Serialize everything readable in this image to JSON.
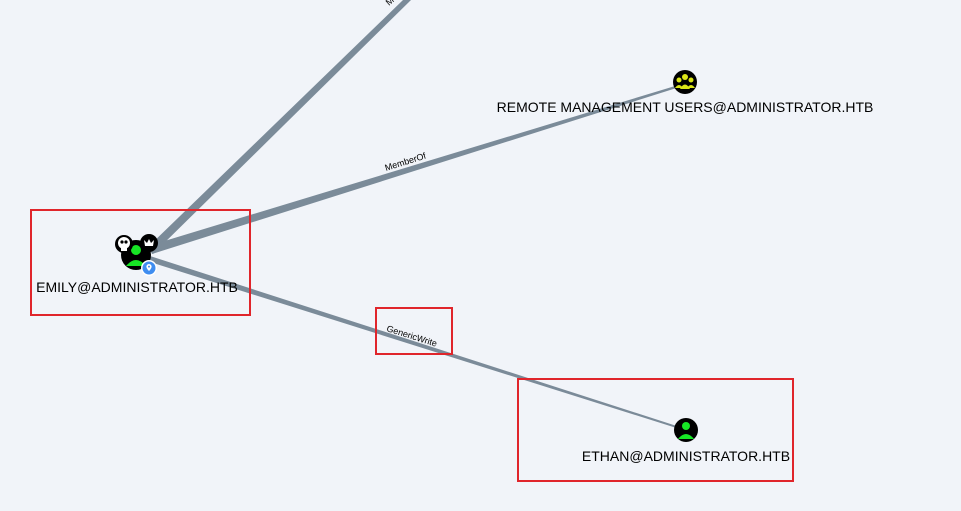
{
  "graph": {
    "nodes": {
      "emily": {
        "label": "EMILY@ADMINISTRATOR.HTB",
        "type": "user",
        "badges": [
          "skull-icon",
          "crown-icon",
          "pin-icon"
        ],
        "color": "#17e625"
      },
      "remote_mgmt": {
        "label": "REMOTE MANAGEMENT USERS@ADMINISTRATOR.HTB",
        "type": "group",
        "color": "#dbe617"
      },
      "ethan": {
        "label": "ETHAN@ADMINISTRATOR.HTB",
        "type": "user",
        "color": "#17e625"
      }
    },
    "edges": {
      "offscreen": {
        "label": "MemberOf",
        "visible_text": "M"
      },
      "memberof": {
        "label": "MemberOf"
      },
      "genericwrite": {
        "label": "GenericWrite"
      }
    },
    "edge_color": "#7b8b99",
    "highlight_color": "#e0252b"
  }
}
